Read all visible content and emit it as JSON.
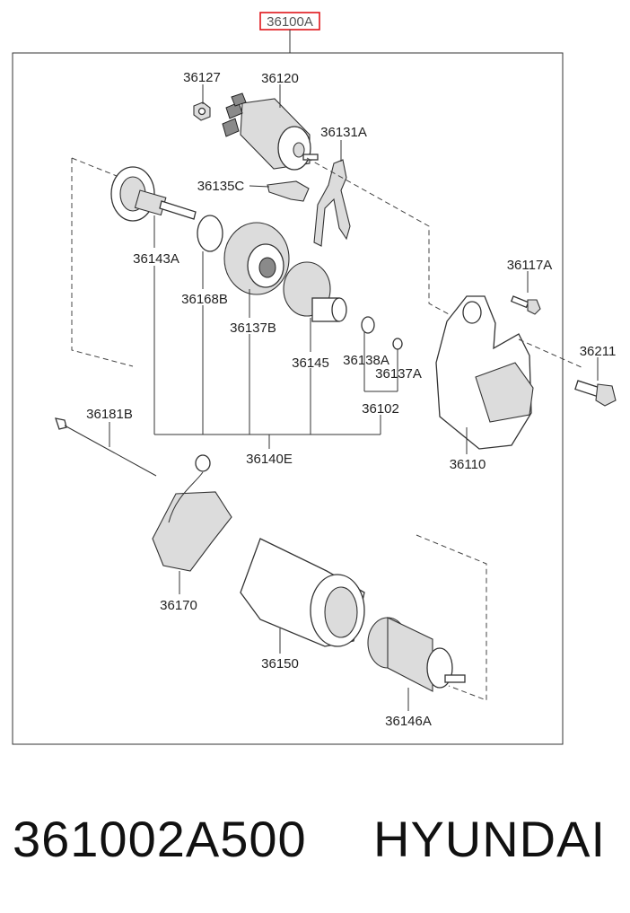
{
  "diagram": {
    "assembly_code": "36100A",
    "highlight_color": "#e0161b",
    "labels": {
      "p36127": "36127",
      "p36120": "36120",
      "p36131A": "36131A",
      "p36135C": "36135C",
      "p36143A": "36143A",
      "p36168B": "36168B",
      "p36137B": "36137B",
      "p36145": "36145",
      "p36138A": "36138A",
      "p36137A": "36137A",
      "p36102": "36102",
      "p36140E": "36140E",
      "p36117A": "36117A",
      "p36211": "36211",
      "p36110": "36110",
      "p36181B": "36181B",
      "p36170": "36170",
      "p36150": "36150",
      "p36146A": "36146A"
    }
  },
  "footer": {
    "part_number": "361002A500",
    "brand": "HYUNDAI"
  }
}
